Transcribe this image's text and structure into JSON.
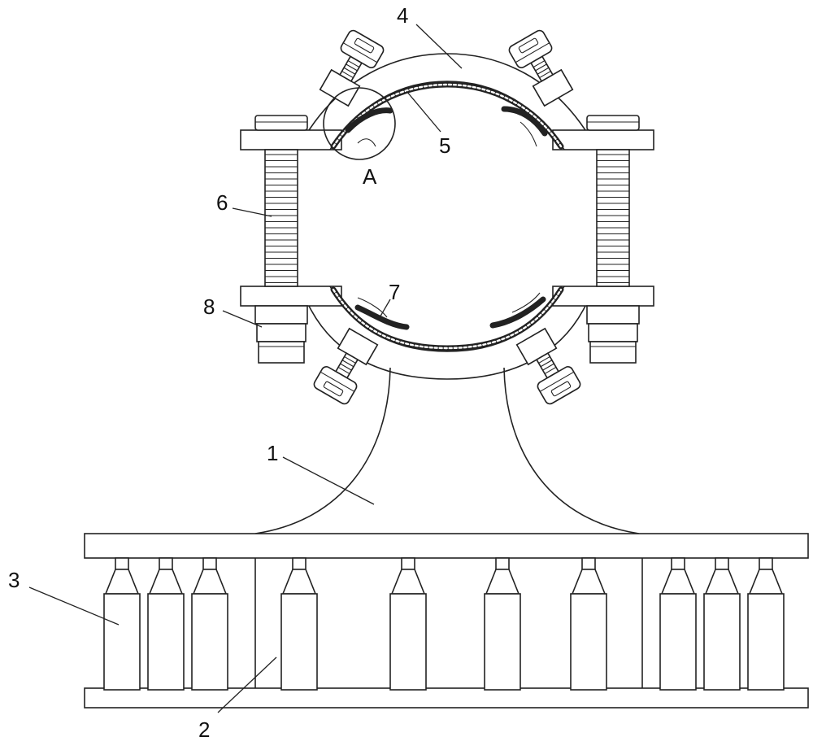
{
  "colors": {
    "line": "#222222",
    "background": "#ffffff"
  },
  "labels": [
    {
      "id": "1",
      "text": "1"
    },
    {
      "id": "2",
      "text": "2"
    },
    {
      "id": "3",
      "text": "3"
    },
    {
      "id": "4",
      "text": "4"
    },
    {
      "id": "5",
      "text": "5"
    },
    {
      "id": "6",
      "text": "6"
    },
    {
      "id": "7",
      "text": "7"
    },
    {
      "id": "8",
      "text": "8"
    },
    {
      "id": "A",
      "text": "A"
    }
  ]
}
